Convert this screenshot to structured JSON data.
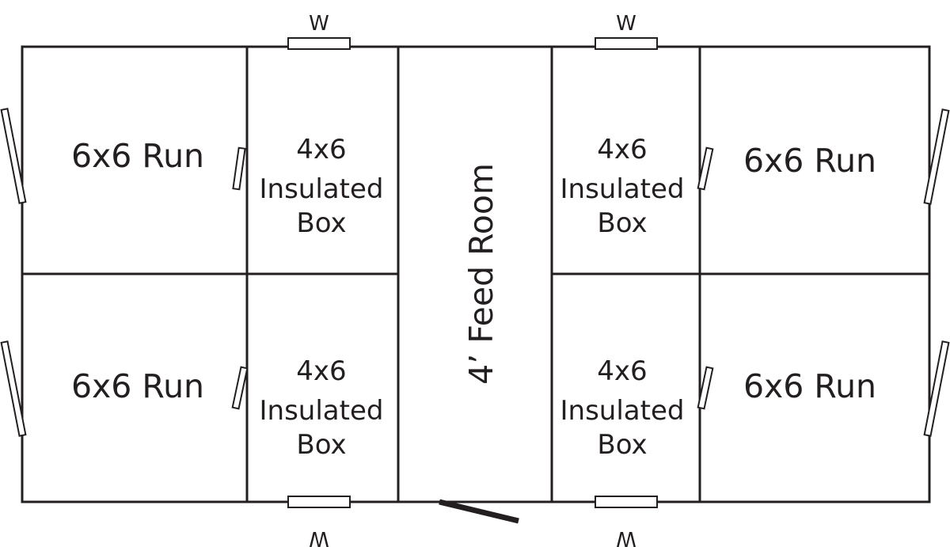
{
  "colors": {
    "line": "#231f20",
    "background": "#ffffff"
  },
  "window_marker": "W",
  "feed_room": {
    "label": "4’ Feed Room"
  },
  "runs": [
    {
      "label": "6x6 Run"
    },
    {
      "label": "6x6 Run"
    },
    {
      "label": "6x6 Run"
    },
    {
      "label": "6x6 Run"
    }
  ],
  "boxes": [
    {
      "size": "4x6",
      "line2": "Insulated",
      "line3": "Box"
    },
    {
      "size": "4x6",
      "line2": "Insulated",
      "line3": "Box"
    },
    {
      "size": "4x6",
      "line2": "Insulated",
      "line3": "Box"
    },
    {
      "size": "4x6",
      "line2": "Insulated",
      "line3": "Box"
    }
  ]
}
